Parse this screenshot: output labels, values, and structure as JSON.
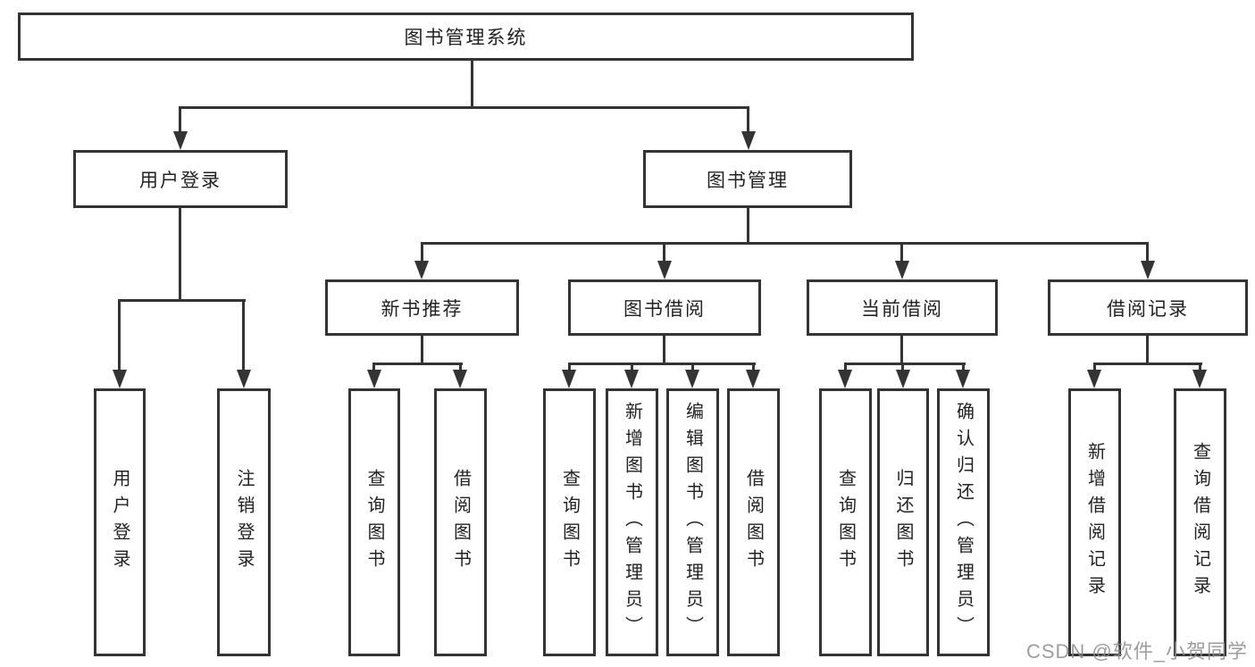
{
  "colors": {
    "line": "#343434",
    "text": "#222222",
    "background": "#ffffff",
    "watermark": "#8c8c8c"
  },
  "tree": {
    "label": "图书管理系统",
    "children": [
      {
        "label": "用户登录",
        "children": [
          {
            "label": "用户登录"
          },
          {
            "label": "注销登录"
          }
        ]
      },
      {
        "label": "图书管理",
        "children": [
          {
            "label": "新书推荐",
            "children": [
              {
                "label": "查询图书"
              },
              {
                "label": "借阅图书"
              }
            ]
          },
          {
            "label": "图书借阅",
            "children": [
              {
                "label": "查询图书"
              },
              {
                "label": "新增图书（管理员）"
              },
              {
                "label": "编辑图书（管理员）"
              },
              {
                "label": "借阅图书"
              }
            ]
          },
          {
            "label": "当前借阅",
            "children": [
              {
                "label": "查询图书"
              },
              {
                "label": "归还图书"
              },
              {
                "label": "确认归还（管理员）"
              }
            ]
          },
          {
            "label": "借阅记录",
            "children": [
              {
                "label": "新增借阅记录"
              },
              {
                "label": "查询借阅记录"
              }
            ]
          }
        ]
      }
    ]
  },
  "watermark": {
    "text": "CSDN @软件_小贺同学"
  }
}
